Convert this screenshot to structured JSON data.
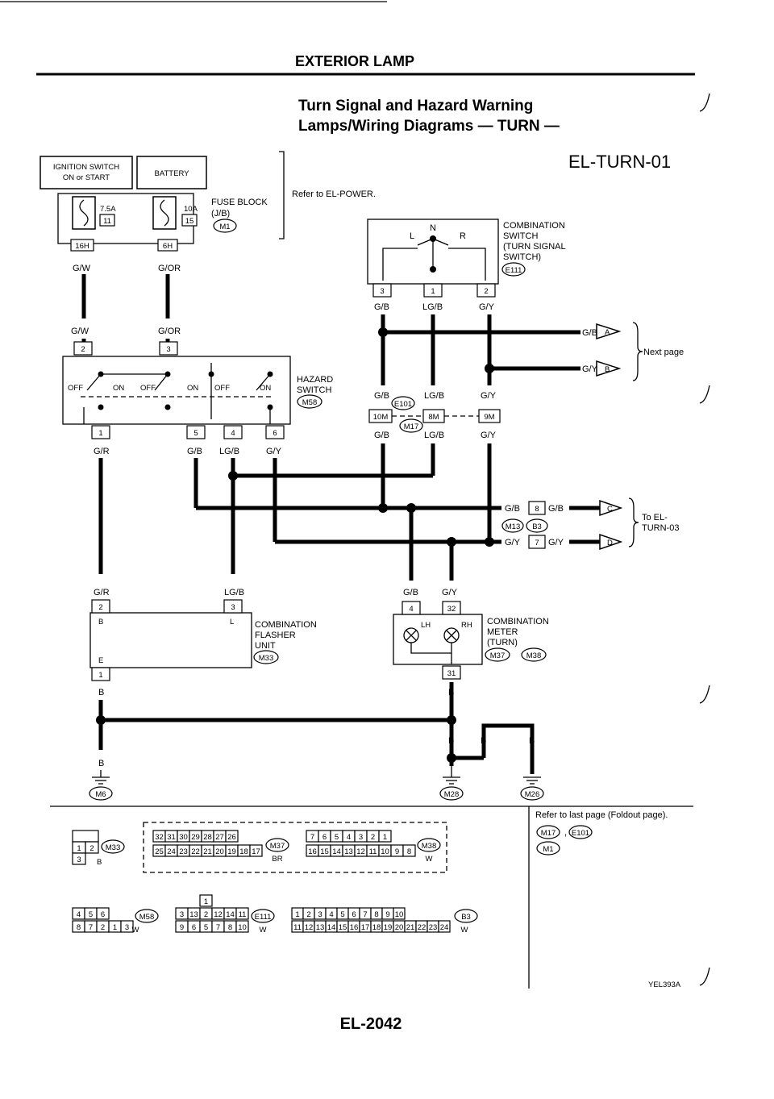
{
  "header": {
    "section": "EXTERIOR LAMP",
    "title_line1": "Turn Signal and Hazard Warning",
    "title_line2": "Lamps/Wiring Diagrams — TURN —",
    "diagram_code": "EL-TURN-01",
    "page_number": "EL-2042",
    "figure_code": "YEL393A"
  },
  "power": {
    "ignition_switch_l1": "IGNITION SWITCH",
    "ignition_switch_l2": "ON or START",
    "battery": "BATTERY",
    "fuse1_amp": "7.5A",
    "fuse1_num": "11",
    "fuse2_amp": "10A",
    "fuse2_num": "15",
    "fuse_block_l1": "FUSE BLOCK",
    "fuse_block_l2": "(J/B)",
    "fuse_block_conn": "M1",
    "term_16h": "16H",
    "term_6h": "6H",
    "refer_power": "Refer to EL-POWER."
  },
  "wires": {
    "gw": "G/W",
    "gor": "G/OR",
    "gr": "G/R",
    "gb": "G/B",
    "lgb": "LG/B",
    "gy": "G/Y",
    "b": "B"
  },
  "hazard": {
    "label_l1": "HAZARD",
    "label_l2": "SWITCH",
    "conn": "M58",
    "off": "OFF",
    "on": "ON",
    "pins": [
      "2",
      "3",
      "1",
      "5",
      "4",
      "6"
    ]
  },
  "combination_switch": {
    "label_l1": "COMBINATION",
    "label_l2": "SWITCH",
    "label_l3": "(TURN SIGNAL",
    "label_l4": "SWITCH)",
    "conn": "E111",
    "n": "N",
    "l": "L",
    "r": "R",
    "pins": [
      "3",
      "1",
      "2"
    ]
  },
  "next_page": {
    "label": "Next page",
    "a": "A",
    "b": "B"
  },
  "joint": {
    "conn_e101": "E101",
    "conn_m17": "M17",
    "pin_10m": "10M",
    "pin_8m": "8M",
    "pin_9m": "9M"
  },
  "to_turn03": {
    "label_l1": "To EL-",
    "label_l2": "TURN-03",
    "c": "C",
    "d": "D",
    "pin8": "8",
    "pin7": "7",
    "conn_m13": "M13",
    "conn_b3": "B3"
  },
  "flasher": {
    "label_l1": "COMBINATION",
    "label_l2": "FLASHER",
    "label_l3": "UNIT",
    "conn": "M33",
    "pins": [
      "2",
      "3",
      "1"
    ],
    "b": "B",
    "l": "L",
    "e": "E"
  },
  "meter": {
    "label_l1": "COMBINATION",
    "label_l2": "METER",
    "label_l3": "(TURN)",
    "conn1": "M37",
    "conn2": "M38",
    "lh": "LH",
    "rh": "RH",
    "pins": [
      "4",
      "32",
      "31"
    ]
  },
  "grounds": {
    "m6": "M6",
    "m28": "M28",
    "m26": "M26"
  },
  "footer_refs": {
    "refer_text": "Refer to last page (Foldout page).",
    "conns": [
      "M17",
      "E101",
      "M1"
    ]
  },
  "connector_views": {
    "m33_pins": [
      "1",
      "2",
      "3"
    ],
    "m33_color": "B",
    "m37_top": [
      "32",
      "31",
      "30",
      "29",
      "28",
      "27",
      "26"
    ],
    "m37_bot": [
      "25",
      "24",
      "23",
      "22",
      "21",
      "20",
      "19",
      "18",
      "17"
    ],
    "m37_color": "BR",
    "m38_top": [
      "7",
      "6",
      "5",
      "4",
      "3",
      "2",
      "1"
    ],
    "m38_bot": [
      "16",
      "15",
      "14",
      "13",
      "12",
      "11",
      "10",
      "9",
      "8"
    ],
    "m38_color": "W",
    "m58_top": [
      "4",
      "5",
      "6"
    ],
    "m58_bot": [
      "8",
      "7",
      "2",
      "1",
      "3"
    ],
    "m58_color": "W",
    "e111_top": [
      "1"
    ],
    "e111_mid": [
      "3",
      "13",
      "2",
      "12",
      "14",
      "11"
    ],
    "e111_bot": [
      "9",
      "6",
      "5",
      "7",
      "8",
      "10"
    ],
    "e111_color": "W",
    "b3_top": [
      "1",
      "2",
      "3",
      "4",
      "5",
      "6",
      "7",
      "8",
      "9",
      "10"
    ],
    "b3_bot": [
      "11",
      "12",
      "13",
      "14",
      "15",
      "16",
      "17",
      "18",
      "19",
      "20",
      "21",
      "22",
      "23",
      "24"
    ],
    "b3_color": "W"
  }
}
